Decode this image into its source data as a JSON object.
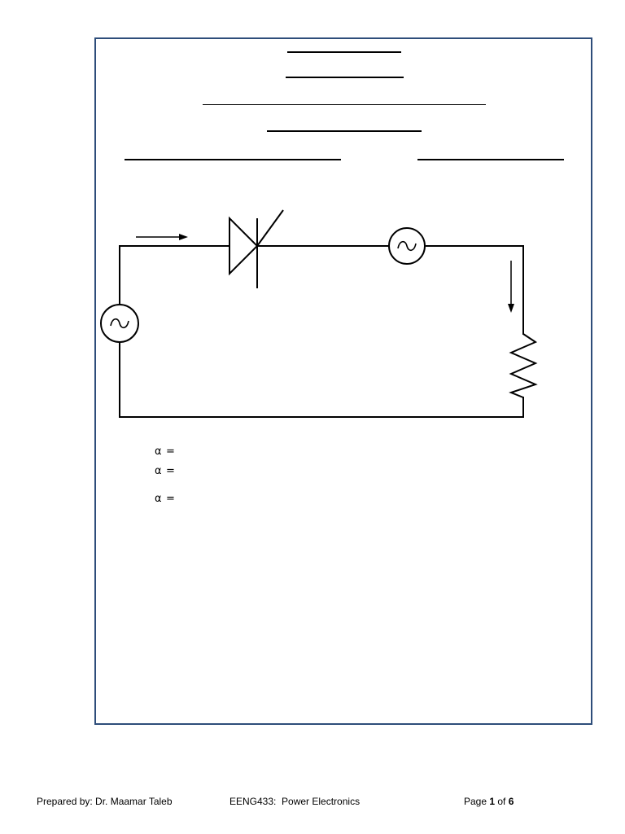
{
  "footer": {
    "prepared_by": "Prepared by: Dr. Maamar Taleb",
    "course": "EENG433:  Power Electronics",
    "page_prefix": "Page ",
    "page_current": "1",
    "page_of": " of ",
    "page_total": "6"
  },
  "equations": [
    {
      "symbol": "α",
      "operator": "="
    },
    {
      "symbol": "α",
      "operator": "="
    },
    {
      "symbol": "α",
      "operator": "="
    }
  ],
  "colors": {
    "frame_border": "#2e4d7a",
    "ink": "#000000"
  },
  "circuit_components": {
    "source_left": "ac-source-icon",
    "switch": "thyristor-icon",
    "source_top": "ac-source-icon",
    "load": "resistor-icon",
    "current_arrows": "arrow-icon"
  }
}
